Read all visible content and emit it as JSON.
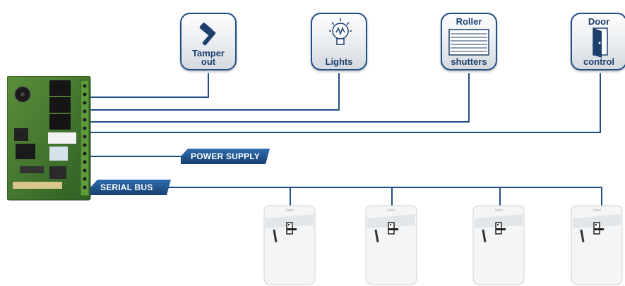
{
  "devices": {
    "tamper": {
      "line1": "Tamper",
      "line2": "out",
      "icon": "hammer-icon"
    },
    "lights": {
      "label": "Lights",
      "icon": "light-bulb-icon"
    },
    "roller": {
      "line1": "Roller",
      "line2": "shutters",
      "icon": "roller-shutter-icon"
    },
    "door": {
      "line1": "Door",
      "line2": "control",
      "icon": "door-icon"
    }
  },
  "connections": {
    "power_supply": "POWER SUPPLY",
    "serial_bus": "SERIAL BUS"
  },
  "keypad": {
    "brand": "Satel"
  },
  "colors": {
    "line": "#1f4f86",
    "tag": "#1f4f86",
    "tile_border": "#1f4f86"
  }
}
